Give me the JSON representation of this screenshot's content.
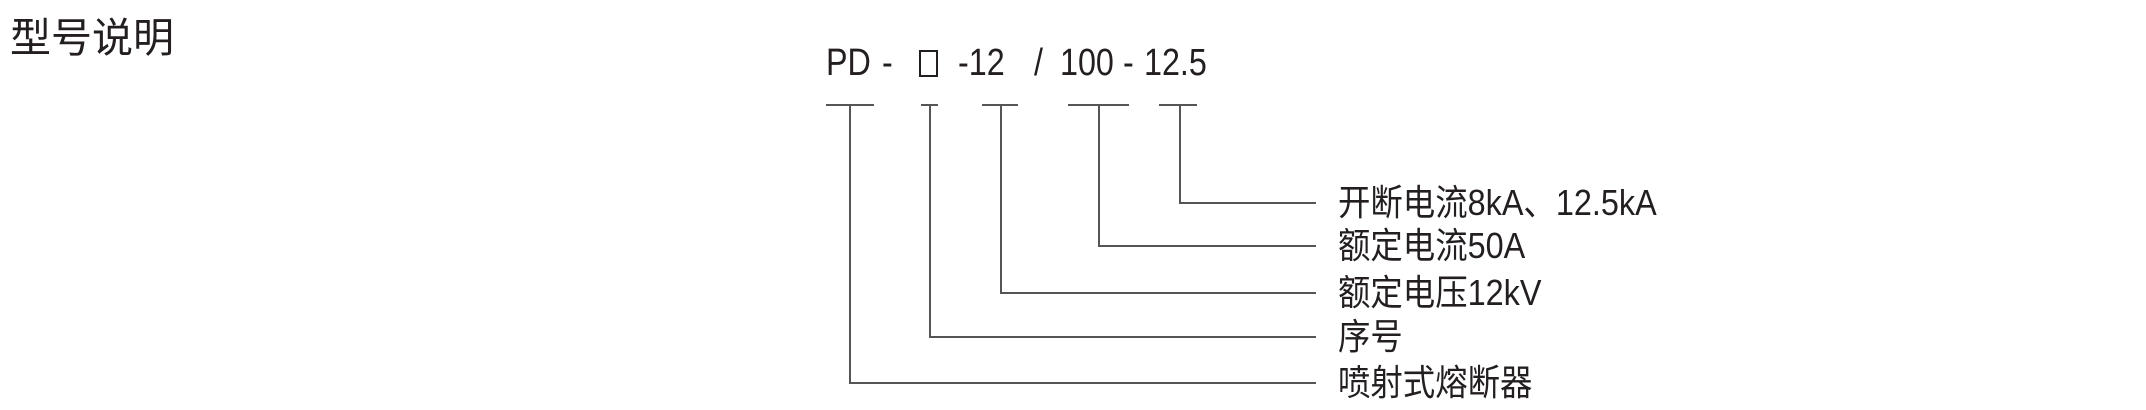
{
  "title": "型号说明",
  "model_code": {
    "prefix": "PD",
    "dash1": "-",
    "placeholder_box": "□",
    "voltage": "-12",
    "slash": "/",
    "current": "100",
    "dash2": "-",
    "breaking": "12.5"
  },
  "labels": {
    "breaking_current": "开断电流8kA、12.5kA",
    "rated_current": "额定电流50A",
    "rated_voltage": "额定电压12kV",
    "serial": "序号",
    "fuse_type": "喷射式熔断器"
  },
  "colors": {
    "text": "#231f20",
    "line": "#555555"
  }
}
